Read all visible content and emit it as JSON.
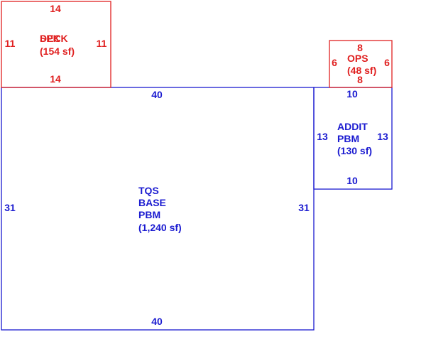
{
  "colors": {
    "base_outline": "#1a1ad0",
    "overlay_outline": "#e02020"
  },
  "deck": {
    "label_a": "DECK",
    "label_b": "SPK",
    "area": "(154 sf)",
    "top": "14",
    "bottom": "14",
    "left": "11",
    "right": "11"
  },
  "ops": {
    "label": "OPS",
    "area": "(48 sf)",
    "top": "8",
    "bottom": "8",
    "left": "6",
    "right": "6"
  },
  "addit": {
    "line1": "ADDIT",
    "line2": "PBM",
    "area": "(130 sf)",
    "top": "10",
    "bottom": "10",
    "left": "13",
    "right": "13"
  },
  "base": {
    "line1": "TQS",
    "line2": "BASE",
    "line3": "PBM",
    "area": "(1,240 sf)",
    "top": "40",
    "bottom": "40",
    "left": "31",
    "right": "31"
  }
}
